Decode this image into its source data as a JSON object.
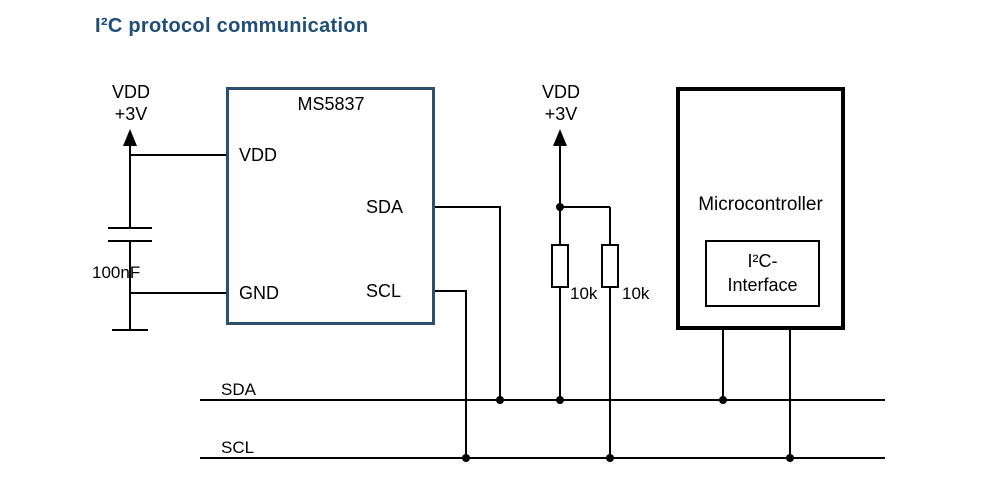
{
  "title": "I²C protocol communication",
  "left_supply": {
    "vdd": "VDD",
    "v3": "+3V",
    "capacitor": "100nF"
  },
  "sensor": {
    "name": "MS5837",
    "pin_vdd": "VDD",
    "pin_gnd": "GND",
    "pin_sda": "SDA",
    "pin_scl": "SCL"
  },
  "pullups": {
    "vdd": "VDD",
    "v3": "+3V",
    "r1": "10k",
    "r2": "10k"
  },
  "mcu": {
    "name": "Microcontroller",
    "interface_line1": "I²C-",
    "interface_line2": "Interface"
  },
  "bus": {
    "sda_label": "SDA",
    "scl_label": "SCL"
  },
  "colors": {
    "title_text": "#1F4E79",
    "sensor_border": "#2C4F6E",
    "wire": "#000000"
  }
}
